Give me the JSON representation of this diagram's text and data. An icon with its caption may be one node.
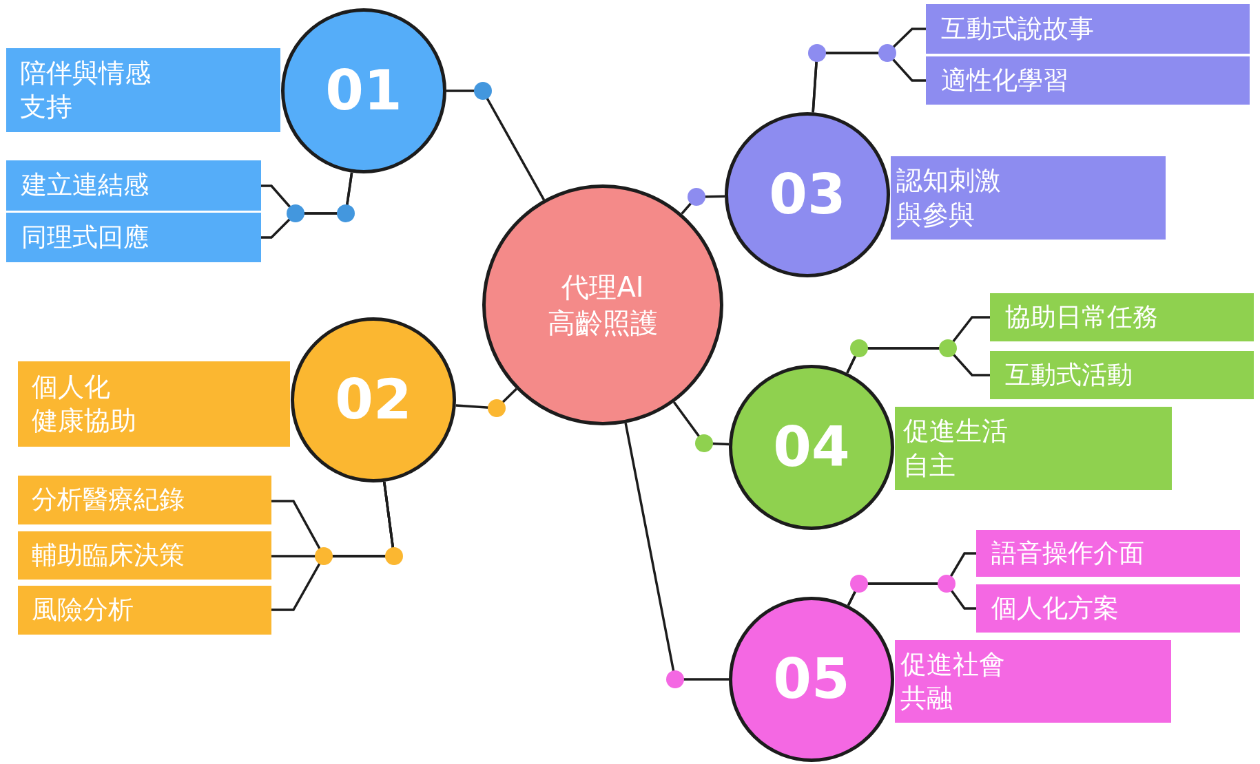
{
  "diagram": {
    "nodes": [
      {
        "text": [
          "代理AI高齡照護"
        ]
      },
      {
        "text": [
          "01"
        ]
      },
      {
        "text": [
          "陪伴與情感支持"
        ]
      },
      {
        "text": [
          "建立連結感"
        ]
      },
      {
        "text": [
          "同理式回應"
        ]
      },
      {
        "text": [
          "02"
        ]
      },
      {
        "text": [
          "個人化健康協助"
        ]
      },
      {
        "text": [
          "分析醫療紀錄"
        ]
      },
      {
        "text": [
          "輔助臨床決策"
        ]
      },
      {
        "text": [
          "風險分析"
        ]
      },
      {
        "text": [
          "03"
        ]
      },
      {
        "text": [
          "認知刺激與參與"
        ]
      },
      {
        "text": [
          "互動式說故事"
        ]
      },
      {
        "text": [
          "適性化學習"
        ]
      },
      {
        "text": [
          "04"
        ]
      },
      {
        "text": [
          "促進生活自主"
        ]
      },
      {
        "text": [
          "協助日常任務"
        ]
      },
      {
        "text": [
          "互動式活動"
        ]
      },
      {
        "text": [
          "05"
        ]
      },
      {
        "text": [
          "促進社會共融"
        ]
      },
      {
        "text": [
          "語音操作介面"
        ]
      },
      {
        "text": [
          "個人化方案"
        ]
      }
    ],
    "edges": [
      {
        "from": 0,
        "to": 1,
        "arrow": "none"
      },
      {
        "from": 1,
        "to": 3,
        "arrow": "none"
      },
      {
        "from": 1,
        "to": 4,
        "arrow": "none"
      },
      {
        "from": 0,
        "to": 5,
        "arrow": "none"
      },
      {
        "from": 5,
        "to": 7,
        "arrow": "none"
      },
      {
        "from": 5,
        "to": 8,
        "arrow": "none"
      },
      {
        "from": 5,
        "to": 9,
        "arrow": "none"
      },
      {
        "from": 0,
        "to": 10,
        "arrow": "none"
      },
      {
        "from": 10,
        "to": 12,
        "arrow": "none"
      },
      {
        "from": 10,
        "to": 13,
        "arrow": "none"
      },
      {
        "from": 0,
        "to": 14,
        "arrow": "none"
      },
      {
        "from": 14,
        "to": 16,
        "arrow": "none"
      },
      {
        "from": 14,
        "to": 17,
        "arrow": "none"
      },
      {
        "from": 0,
        "to": 18,
        "arrow": "none"
      },
      {
        "from": 18,
        "to": 20,
        "arrow": "none"
      },
      {
        "from": 18,
        "to": 21,
        "arrow": "none"
      }
    ]
  }
}
